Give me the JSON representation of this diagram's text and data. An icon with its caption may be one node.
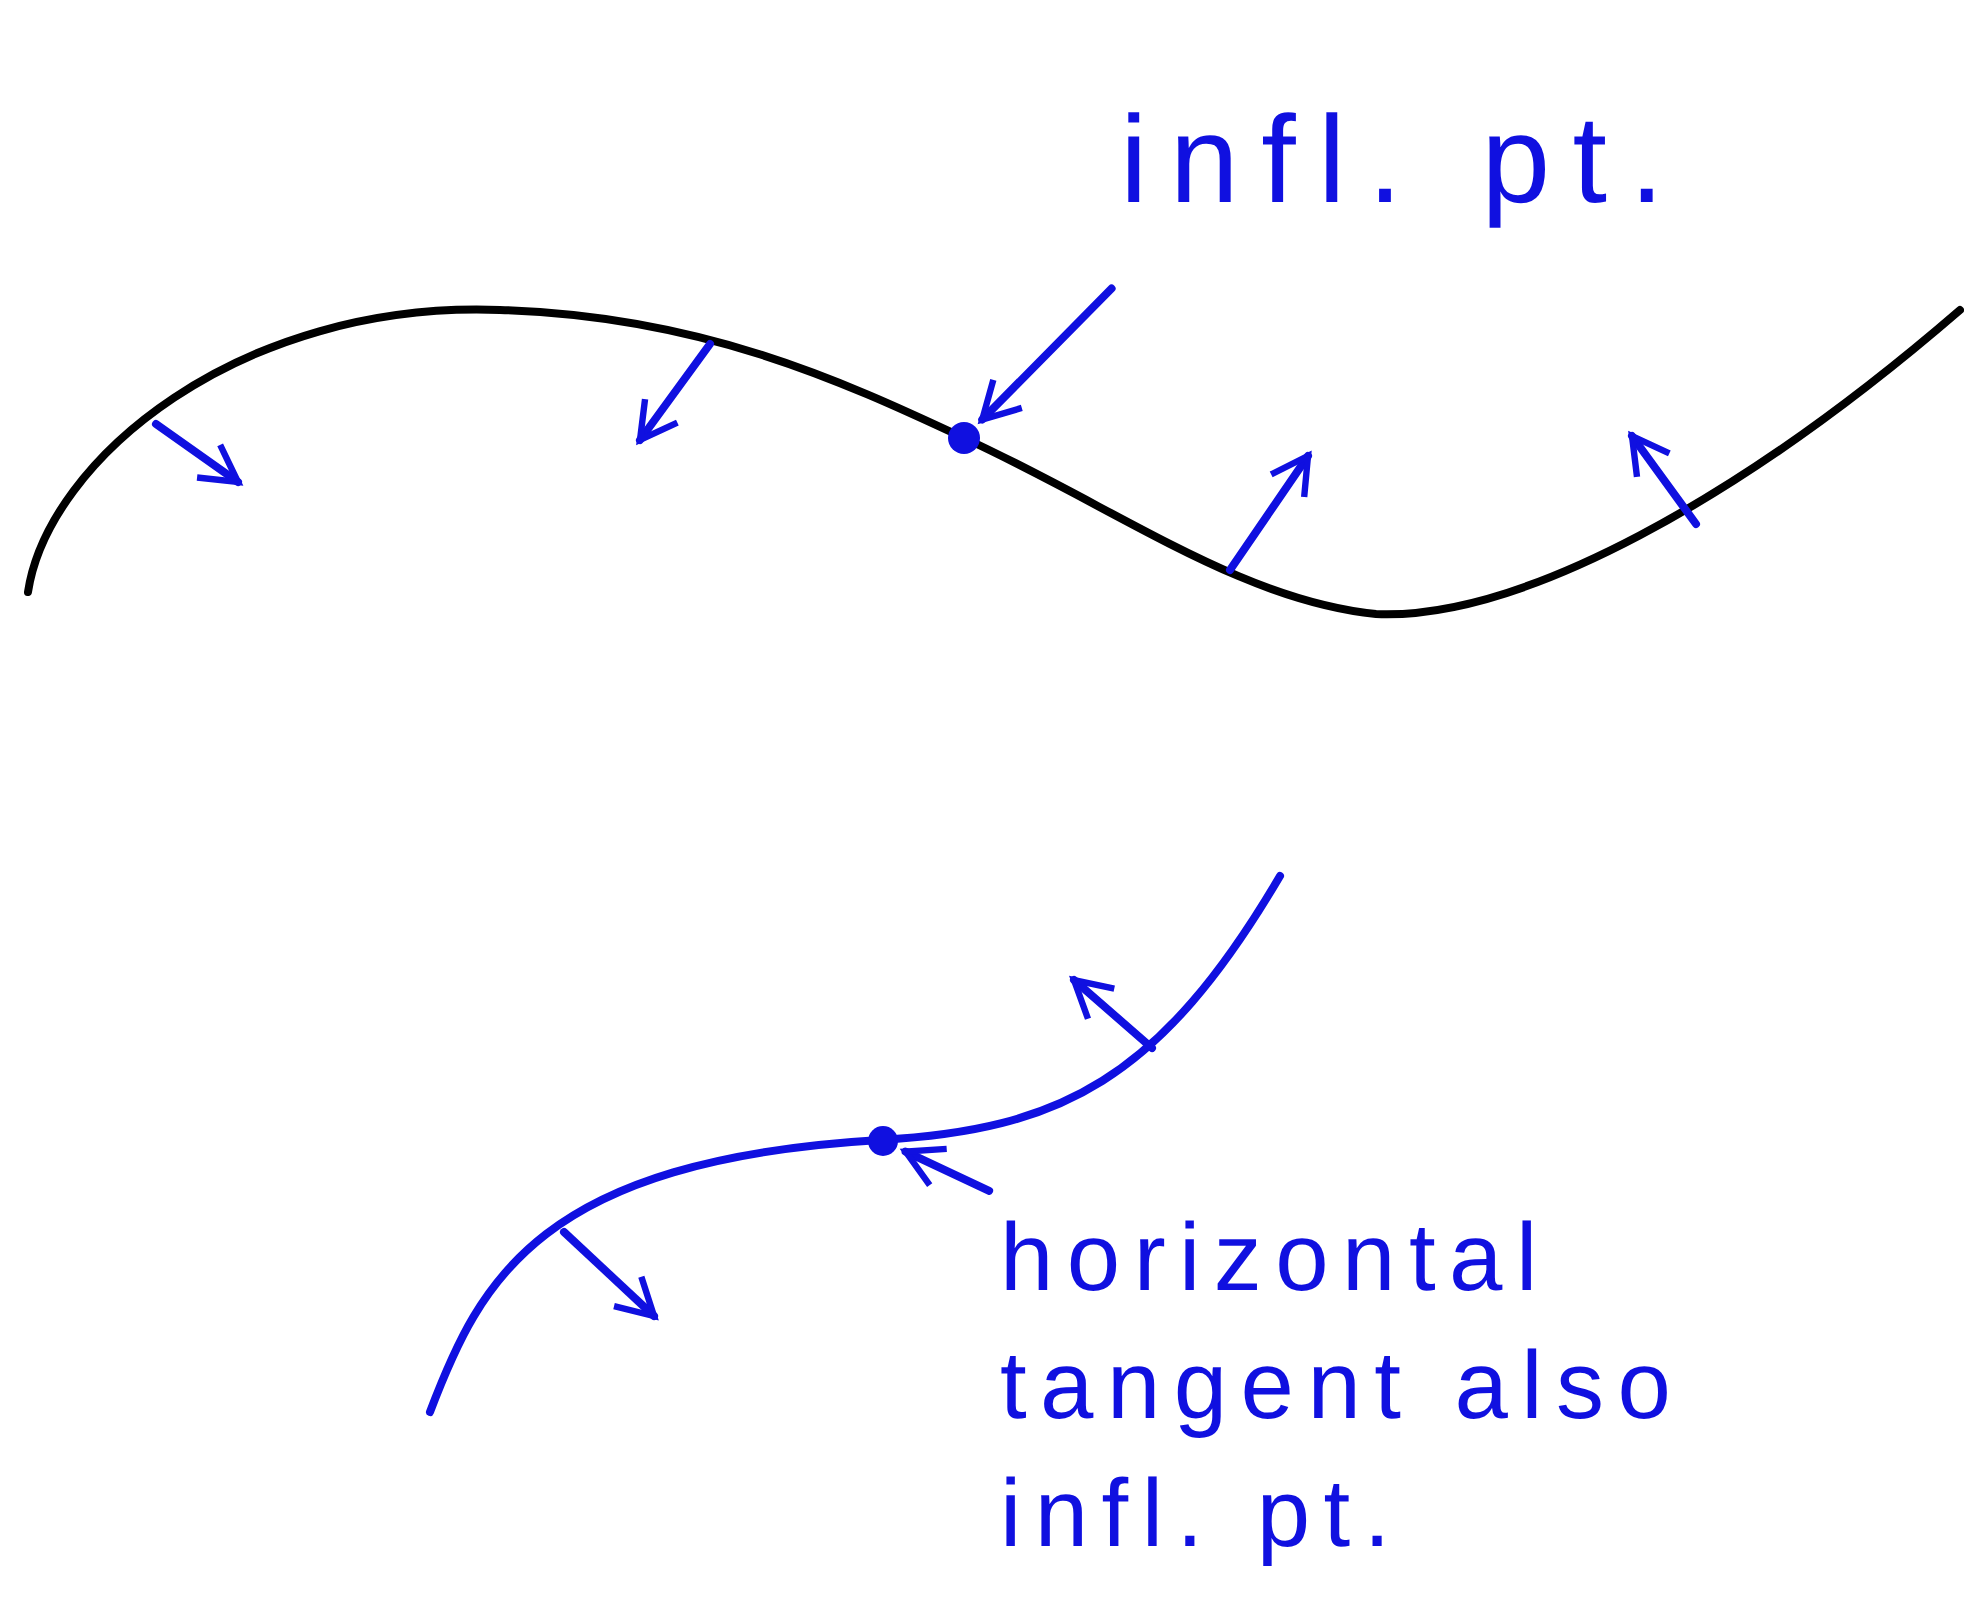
{
  "diagram": {
    "nodes": [
      {
        "text": [
          "infl. pt."
        ]
      },
      {
        "text": [],
        "shape": "circle"
      },
      {
        "text": [],
        "shape": "circle"
      },
      {
        "text": [
          "horizontal tangent also infl. pt."
        ]
      }
    ],
    "edges": [
      {
        "from": 0,
        "to": 1,
        "arrow": "to"
      },
      {
        "from": 3,
        "to": 2,
        "arrow": "to"
      }
    ]
  }
}
